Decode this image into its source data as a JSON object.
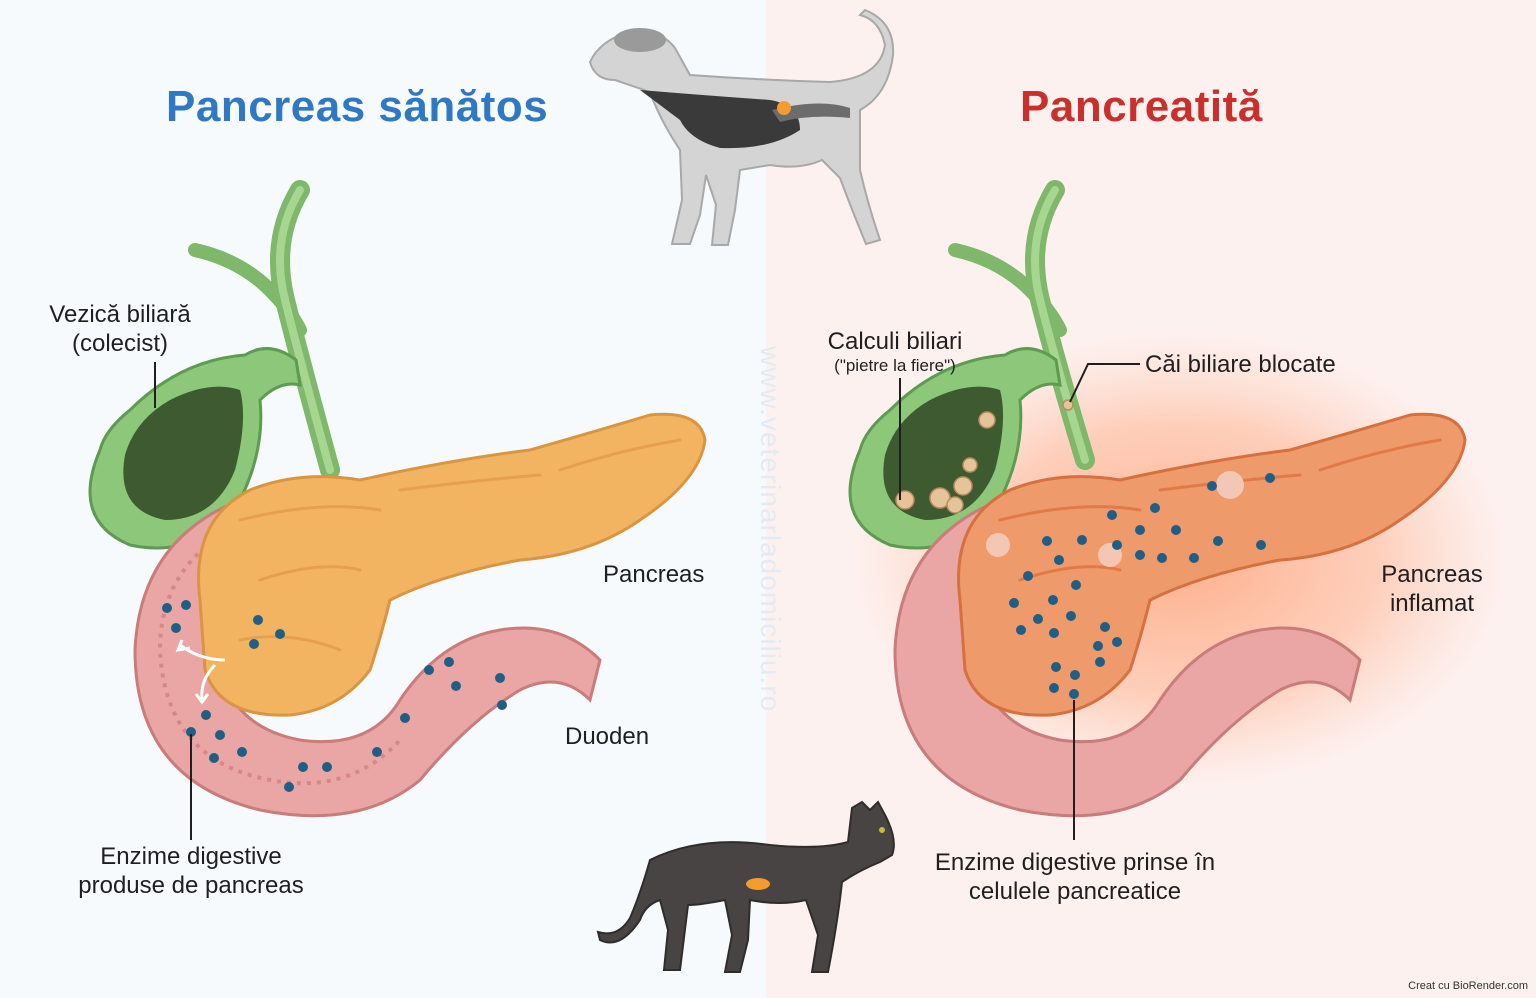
{
  "titles": {
    "healthy": "Pancreas sănătos",
    "disease": "Pancreatită"
  },
  "labels_healthy": {
    "gallbladder": "Vezică biliară",
    "gallbladder_alt": "(colecist)",
    "pancreas": "Pancreas",
    "duodenum": "Duoden",
    "enzymes_line1": "Enzime digestive",
    "enzymes_line2": "produse de pancreas"
  },
  "labels_disease": {
    "gallstones": "Calculi biliari",
    "gallstones_alt": "(\"pietre la fiere\")",
    "blocked_ducts": "Căi biliare blocate",
    "inflamed_line1": "Pancreas",
    "inflamed_line2": "inflamat",
    "trapped_line1": "Enzime digestive prinse în",
    "trapped_line2": "celulele pancreatice"
  },
  "watermark": "www.veterinarladomiciliu.ro",
  "credit": "Creat cu BioRender.com",
  "colors": {
    "healthy_title": "#2f78c4",
    "disease_title": "#c9302c",
    "pancreas": "#f3b462",
    "inflamed_pancreas": "#ef9a6a",
    "gallbladder": "#8cc77a",
    "bile": "#3d5a30",
    "duodenum": "#e9a6a4",
    "enzyme_dot": "#1f5f86"
  }
}
